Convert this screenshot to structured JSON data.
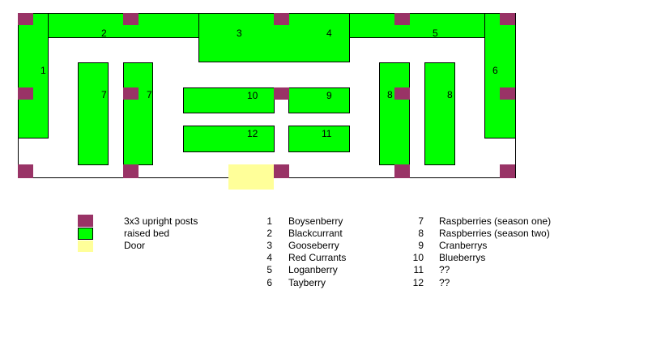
{
  "diagram": {
    "beds": [
      {
        "id": "bed-1",
        "label": "1"
      },
      {
        "id": "bed-2",
        "label": "2"
      },
      {
        "id": "bed-3-4",
        "label_left": "3",
        "label_right": "4"
      },
      {
        "id": "bed-5",
        "label": "5"
      },
      {
        "id": "bed-6",
        "label": "6"
      },
      {
        "id": "bed-7a",
        "label": "7"
      },
      {
        "id": "bed-7b",
        "label": "7"
      },
      {
        "id": "bed-8a",
        "label": "8"
      },
      {
        "id": "bed-8b",
        "label": "8"
      },
      {
        "id": "bed-9",
        "label": "9"
      },
      {
        "id": "bed-10",
        "label": "10"
      },
      {
        "id": "bed-11",
        "label": "11"
      },
      {
        "id": "bed-12",
        "label": "12"
      }
    ],
    "colors": {
      "post": "#993366",
      "bed": "#00ff00",
      "door": "#ffff99",
      "outline": "#000000"
    }
  },
  "legend": {
    "symbols": [
      {
        "label": "3x3 upright posts",
        "color": "#993366"
      },
      {
        "label": "raised bed",
        "color": "#00ff00"
      },
      {
        "label": "Door",
        "color": "#ffff99"
      }
    ],
    "plants_left": [
      {
        "num": "1",
        "name": "Boysenberry"
      },
      {
        "num": "2",
        "name": "Blackcurrant"
      },
      {
        "num": "3",
        "name": "Gooseberry"
      },
      {
        "num": "4",
        "name": "Red Currants"
      },
      {
        "num": "5",
        "name": "Loganberry"
      },
      {
        "num": "6",
        "name": "Tayberry"
      }
    ],
    "plants_right": [
      {
        "num": "7",
        "name": "Raspberries (season one)"
      },
      {
        "num": "8",
        "name": "Raspberries (season two)"
      },
      {
        "num": "9",
        "name": "Cranberrys"
      },
      {
        "num": "10",
        "name": "Blueberrys"
      },
      {
        "num": "11",
        "name": "??"
      },
      {
        "num": "12",
        "name": "??"
      }
    ]
  }
}
